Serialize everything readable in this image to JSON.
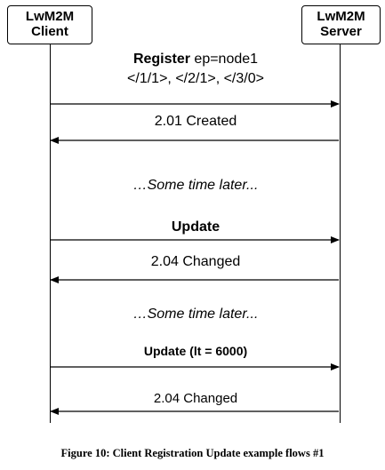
{
  "participants": {
    "client": {
      "line1": "LwM2M",
      "line2": "Client"
    },
    "server": {
      "line1": "LwM2M",
      "line2": "Server"
    }
  },
  "messages": [
    {
      "bold": "Register",
      "rest": " ep=node1",
      "line2": "</1/1>, </2/1>, </3/0>",
      "direction": "client-to-server"
    },
    {
      "text": "2.01 Created",
      "direction": "server-to-client"
    },
    {
      "note": "…Some time later..."
    },
    {
      "bold": "Update",
      "direction": "client-to-server"
    },
    {
      "text": "2.04 Changed",
      "direction": "server-to-client"
    },
    {
      "note": "…Some time later..."
    },
    {
      "bold": "Update (lt = 6000)",
      "direction": "client-to-server"
    },
    {
      "text": "2.04 Changed",
      "direction": "server-to-client"
    }
  ],
  "caption": "Figure 10: Client Registration Update example flows #1"
}
